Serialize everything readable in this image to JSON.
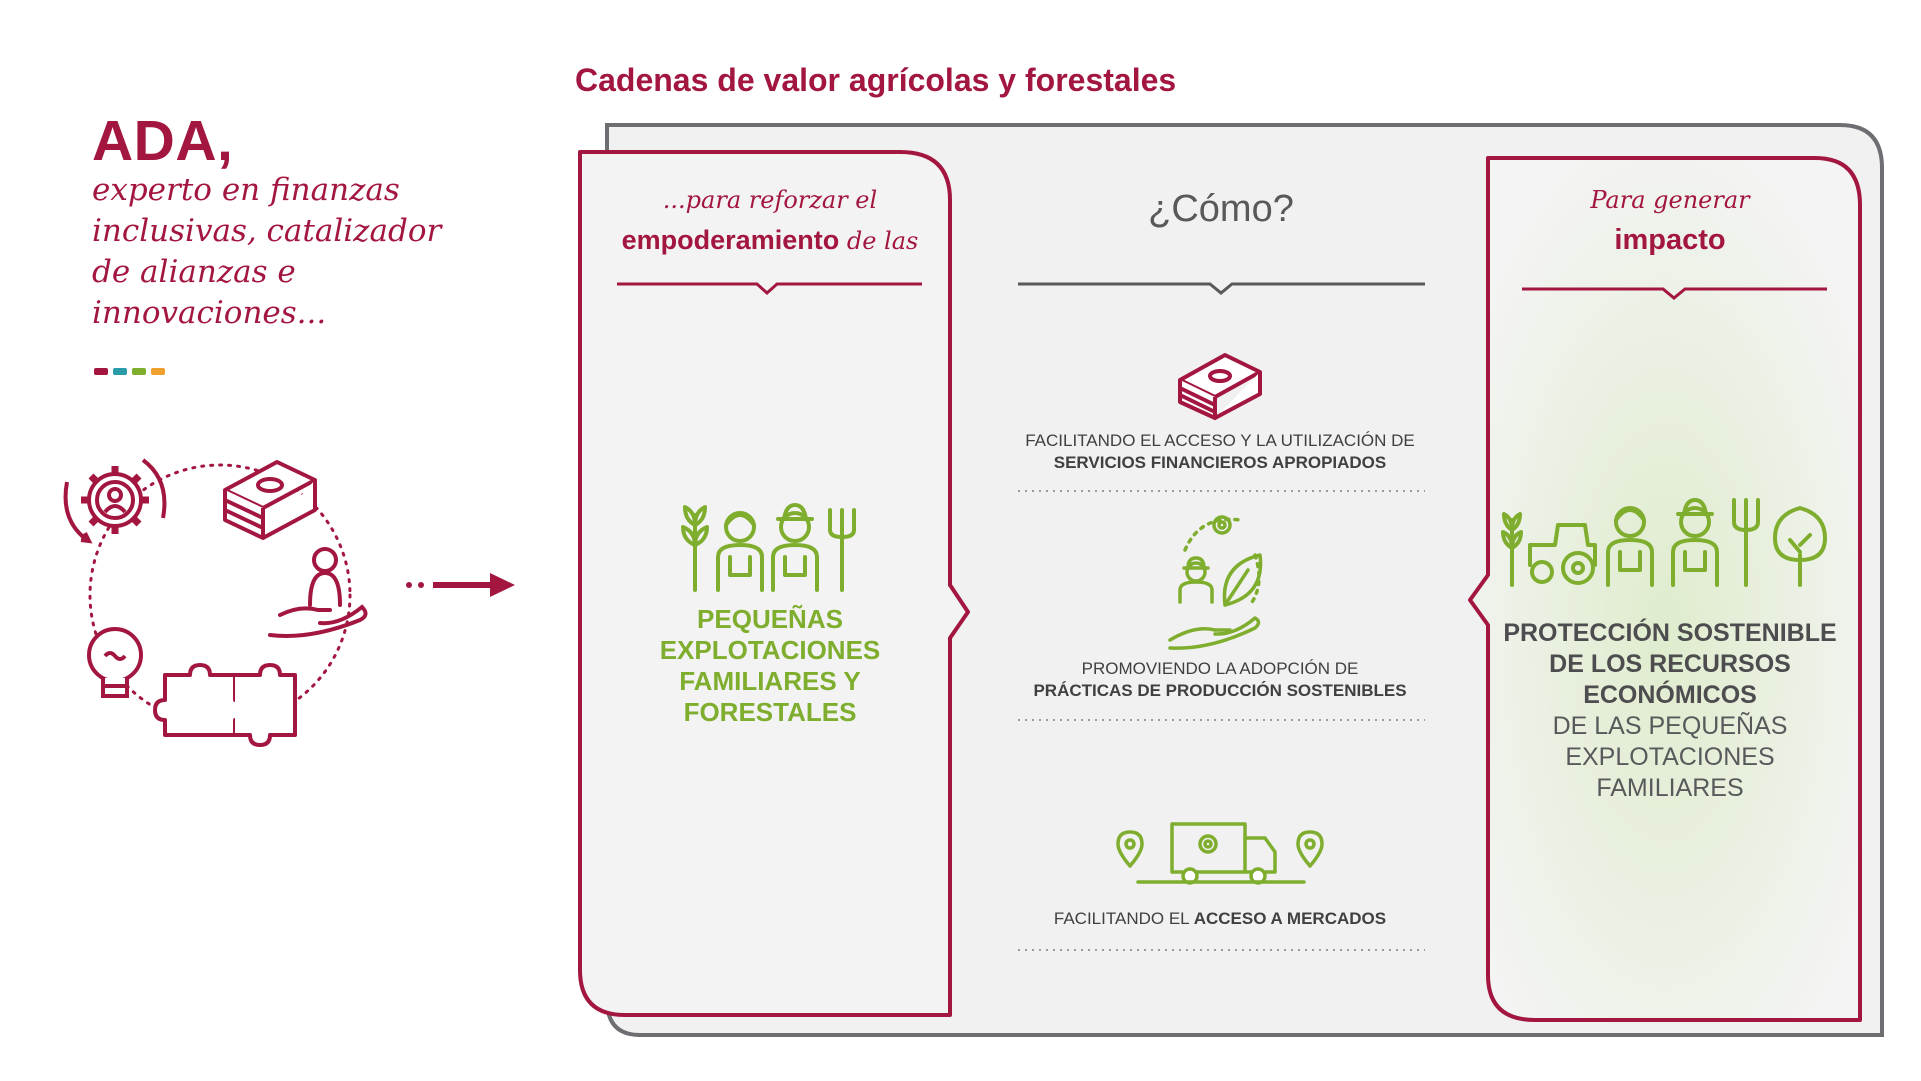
{
  "ada": {
    "title": "ADA,",
    "subtitle": "experto en finanzas inclusivas, catalizador de alianzas e innovaciones...",
    "dot_colors": [
      "#a3163f",
      "#2a9ca8",
      "#7fae2e",
      "#f0a02c"
    ]
  },
  "chain_title": "Cadenas de valor agrícolas y forestales",
  "left_column": {
    "heading_prefix": "...para reforzar el",
    "heading_bold": "empoderamiento",
    "heading_suffix": "de las",
    "label": "PEQUEÑAS EXPLOTACIONES FAMILIARES Y FORESTALES"
  },
  "middle_column": {
    "heading": "¿Cómo?",
    "items": [
      {
        "text": "FACILITANDO EL ACCESO Y LA UTILIZACIÓN DE",
        "bold": "SERVICIOS FINANCIEROS APROPIADOS",
        "icon": "money-stack-icon"
      },
      {
        "text": "PROMOVIENDO LA ADOPCIÓN DE",
        "bold": "PRÁCTICAS DE PRODUCCIÓN SOSTENIBLES",
        "icon": "farmer-leaf-hand-icon"
      },
      {
        "text": "FACILITANDO EL",
        "bold": "ACCESO A MERCADOS",
        "icon": "delivery-truck-icon"
      }
    ]
  },
  "right_column": {
    "heading_prefix": "Para generar",
    "heading_bold": "impacto",
    "label_bold": "PROTECCIÓN SOSTENIBLE DE LOS RECURSOS ECONÓMICOS",
    "label_rest": "DE LAS PEQUEÑAS EXPLOTACIONES FAMILIARES"
  },
  "colors": {
    "crimson": "#a3163f",
    "green": "#7fae2e",
    "gray": "#58595b"
  }
}
